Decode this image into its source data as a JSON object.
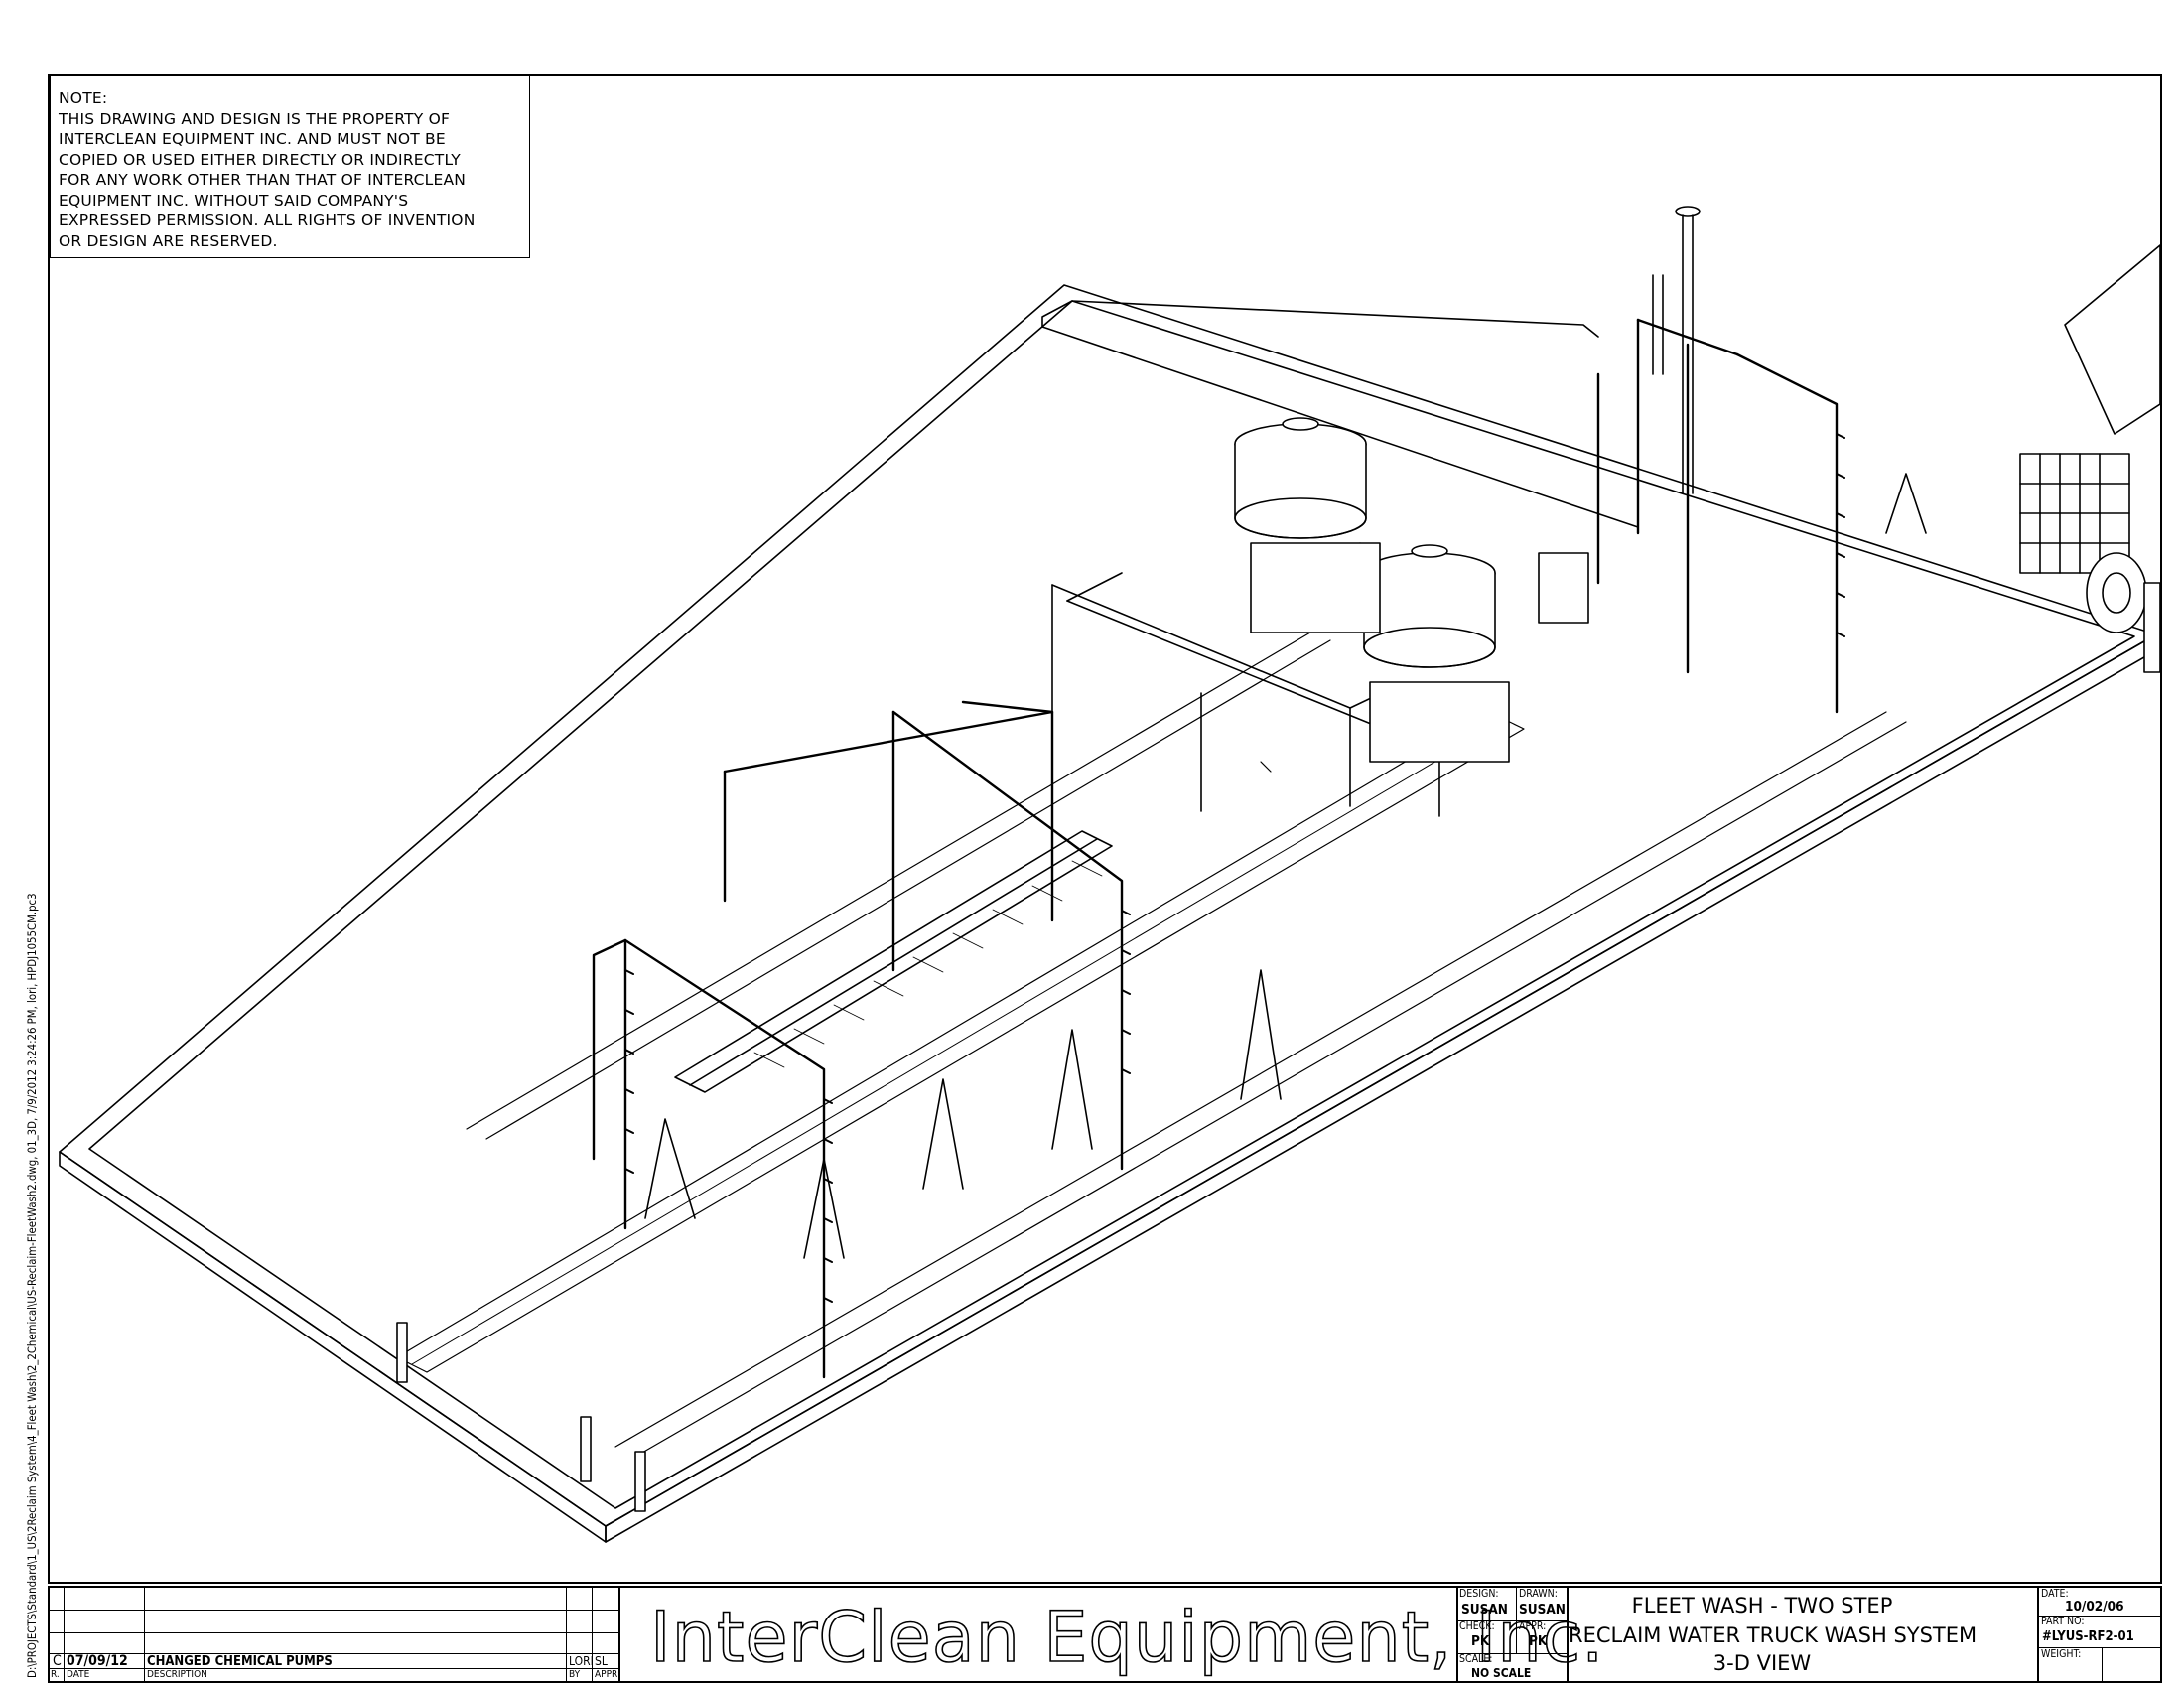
{
  "note": {
    "lines": [
      "NOTE:",
      "THIS DRAWING AND DESIGN IS THE PROPERTY OF",
      "INTERCLEAN EQUIPMENT INC. AND MUST NOT BE",
      "COPIED OR USED EITHER DIRECTLY OR INDIRECTLY",
      "FOR ANY WORK OTHER THAN THAT OF INTERCLEAN",
      "EQUIPMENT INC. WITHOUT SAID COMPANY'S",
      "EXPRESSED PERMISSION. ALL RIGHTS OF INVENTION",
      "OR DESIGN ARE RESERVED."
    ]
  },
  "file_path": "D:\\PROJECTS\\Standard\\1_US\\2Reclaim System\\4_Fleet Wash\\2_2Chemical\\US-Reclaim-FleetWash2.dwg, 01_3D, 7/9/2012 3:24:26 PM, lori, HPDJ1055CM.pc3",
  "revision": {
    "rev": "C",
    "date": "07/09/12",
    "description": "CHANGED CHEMICAL PUMPS",
    "by": "LORI",
    "appr": "SL",
    "headers": {
      "rev": "R.",
      "date": "DATE",
      "description": "DESCRIPTION",
      "by": "BY",
      "appr": "APPR"
    }
  },
  "company_name": "InterClean Equipment, Inc.",
  "signoff": {
    "design_label": "DESIGN:",
    "design": "SUSAN",
    "drawn_label": "DRAWN:",
    "drawn": "SUSAN",
    "check_label": "CHECK:",
    "check": "PK",
    "appr_label": "APPR:",
    "appr": "PK",
    "scale_label": "SCALE:",
    "scale": "NO SCALE"
  },
  "title": {
    "line1": "FLEET WASH - TWO STEP",
    "line2": "RECLAIM WATER TRUCK WASH SYSTEM",
    "line3": "3-D VIEW"
  },
  "info": {
    "date_label": "DATE:",
    "date": "10/02/06",
    "part_label": "PART NO:",
    "part": "#LYUS-RF2-01",
    "weight_label": "WEIGHT:",
    "weight": ""
  }
}
